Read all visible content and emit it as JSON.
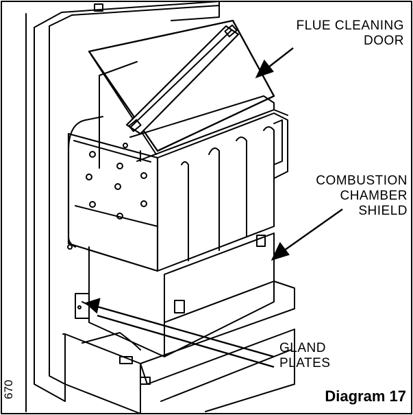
{
  "labels": {
    "flue_cleaning_door": [
      "FLUE CLEANING",
      "DOOR"
    ],
    "combustion_chamber_shield": [
      "COMBUSTION",
      "CHAMBER",
      "SHIELD"
    ],
    "gland_plates": [
      "GLAND",
      "PLATES"
    ]
  },
  "figure_code": "670",
  "caption": "Diagram 17"
}
